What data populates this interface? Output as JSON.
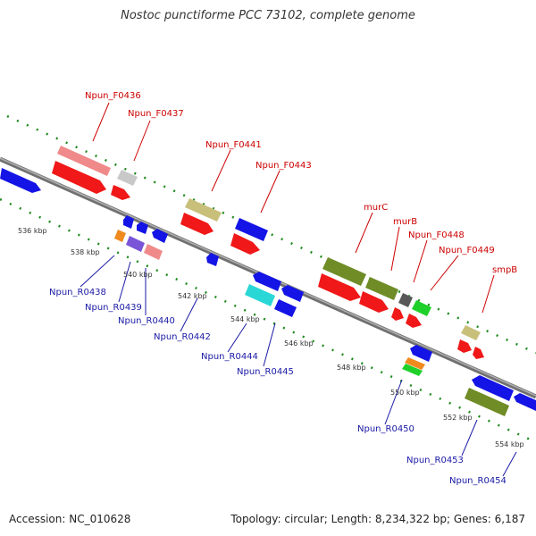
{
  "title": "Nostoc punctiforme PCC 73102, complete genome",
  "footer": {
    "accession": "Accession: NC_010628",
    "topology": "Topology: circular; Length: 8,234,322 bp; Genes: 6,187"
  },
  "colors": {
    "backbone": "#8a8a8a",
    "tick": "#1f8a1f",
    "red_label": "#cc0000",
    "blue_label": "#1a1aa6"
  },
  "scale": [
    "536 kbp",
    "538 kbp",
    "540 kbp",
    "542 kbp",
    "544 kbp",
    "546 kbp",
    "548 kbp",
    "550 kbp",
    "552 kbp",
    "554 kbp"
  ],
  "forward_labels": [
    "Npun_F0436",
    "Npun_F0437",
    "Npun_F0441",
    "Npun_F0443",
    "murC",
    "murB",
    "Npun_F0448",
    "Npun_F0449",
    "smpB"
  ],
  "reverse_labels": [
    "Npun_R0438",
    "Npun_R0439",
    "Npun_R0440",
    "Npun_R0442",
    "Npun_R0444",
    "Npun_R0445",
    "Npun_R0450",
    "Npun_R0453",
    "Npun_R0454"
  ]
}
